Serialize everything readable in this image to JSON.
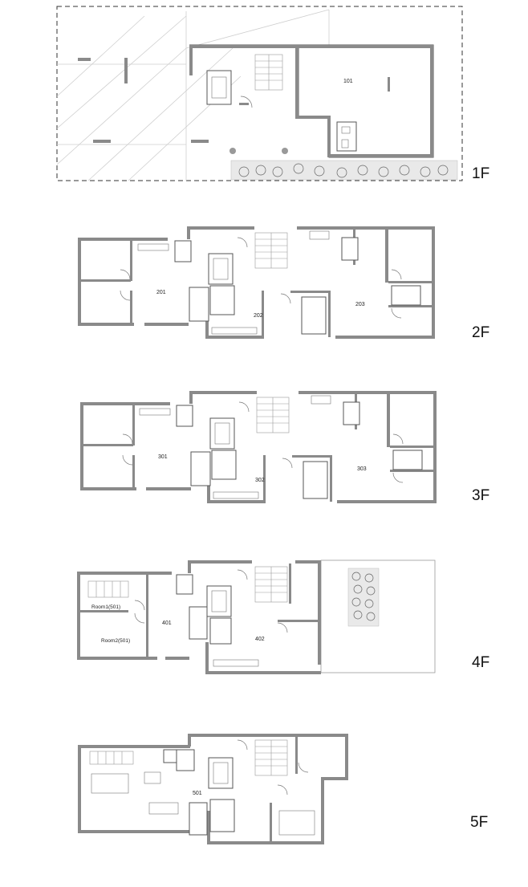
{
  "floors": [
    {
      "level": "1F",
      "units": [
        "101"
      ]
    },
    {
      "level": "2F",
      "units": [
        "201",
        "202",
        "203"
      ]
    },
    {
      "level": "3F",
      "units": [
        "301",
        "302",
        "303"
      ]
    },
    {
      "level": "4F",
      "units": [
        "401",
        "402"
      ],
      "rooms": [
        "Room1(501)",
        "Room2(501)"
      ]
    },
    {
      "level": "5F",
      "units": [
        "501"
      ]
    }
  ]
}
